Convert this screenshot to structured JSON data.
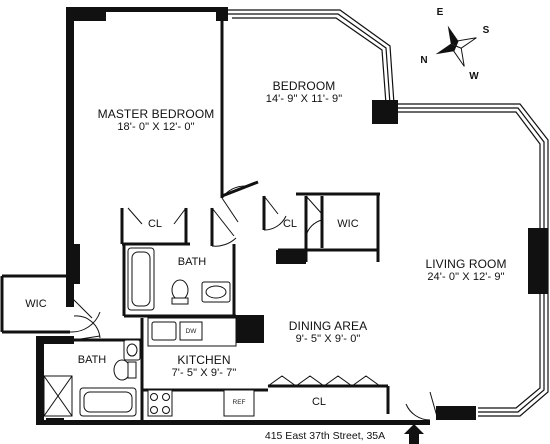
{
  "rooms": {
    "master_bedroom": {
      "name": "MASTER BEDROOM",
      "dims": "18'- 0\" X 12'- 0\""
    },
    "bedroom": {
      "name": "BEDROOM",
      "dims": "14'- 9\" X 11'- 9\""
    },
    "living_room": {
      "name": "LIVING ROOM",
      "dims": "24'- 0\" X 12'- 9\""
    },
    "dining_area": {
      "name": "DINING AREA",
      "dims": "9'- 5\" X 9'- 0\""
    },
    "kitchen": {
      "name": "KITCHEN",
      "dims": "7'- 5\" X 9'- 7\""
    }
  },
  "spaces": {
    "cl_master": "CL",
    "cl_bedroom": "CL",
    "cl_kitchen": "CL",
    "wic_bedroom": "WIC",
    "wic_left": "WIC",
    "bath_upper": "BATH",
    "bath_lower": "BATH"
  },
  "appliances": {
    "dw": "DW",
    "ref": "REF"
  },
  "compass": {
    "n": "N",
    "e": "E",
    "s": "S",
    "w": "W"
  },
  "address": "415 East 37th Street, 35A",
  "icons": [
    "compass-rose-icon",
    "entrance-arrow-icon"
  ]
}
